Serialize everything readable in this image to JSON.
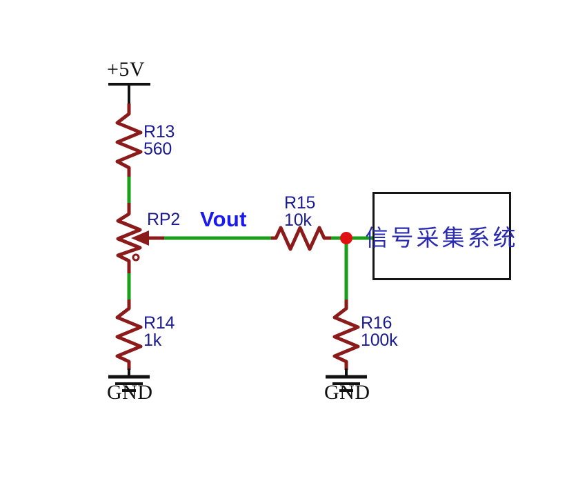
{
  "diagram": {
    "title": "voltage-divider-signal-acquisition-schematic",
    "background_color": "#ffffff",
    "wire_color_green": "#1a9e1a",
    "wire_color_red": "#8b1a1a",
    "junction_color": "#e01010",
    "label_color": "#1b1b8f",
    "vout_color": "#1a19ee",
    "box_border_color": "#151515",
    "box_text_color": "#2a2ab0"
  },
  "power": {
    "rail_label": "+5V"
  },
  "components": {
    "r13": {
      "ref": "R13",
      "value": "560"
    },
    "rp2": {
      "ref": "RP2"
    },
    "r14": {
      "ref": "R14",
      "value": "1k"
    },
    "r15": {
      "ref": "R15",
      "value": "10k"
    },
    "r16": {
      "ref": "R16",
      "value": "100k"
    }
  },
  "nets": {
    "vout_label": "Vout"
  },
  "grounds": {
    "left_label": "GND",
    "right_label": "GND"
  },
  "system_block": {
    "label": "信号采集系统"
  }
}
